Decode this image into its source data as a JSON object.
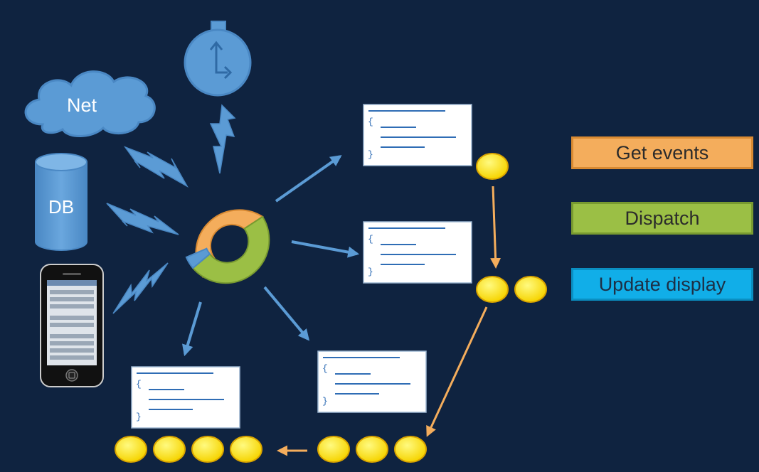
{
  "sources": {
    "net_label": "Net",
    "db_label": "DB"
  },
  "legend": {
    "get_events": "Get events",
    "dispatch": "Dispatch",
    "update_display": "Update display"
  },
  "colors": {
    "background": "#0f2340",
    "source_blue": "#5b9bd5",
    "get_events": "#f4ad5c",
    "dispatch": "#9bbf45",
    "update_display": "#11aee8",
    "event_token": "#fff200"
  },
  "event_loop_ring": {
    "segments": [
      {
        "phase": "get_events",
        "color": "#f4ad5c"
      },
      {
        "phase": "dispatch",
        "color": "#9bbf45"
      },
      {
        "phase": "update_display",
        "color": "#5b9bd5"
      }
    ]
  },
  "handlers": {
    "open_brace": "{",
    "close_brace": "}"
  },
  "icons": [
    "cloud-icon",
    "database-icon",
    "stopwatch-icon",
    "phone-icon",
    "lightning-bolt-icon",
    "code-card-icon",
    "event-token-icon"
  ]
}
